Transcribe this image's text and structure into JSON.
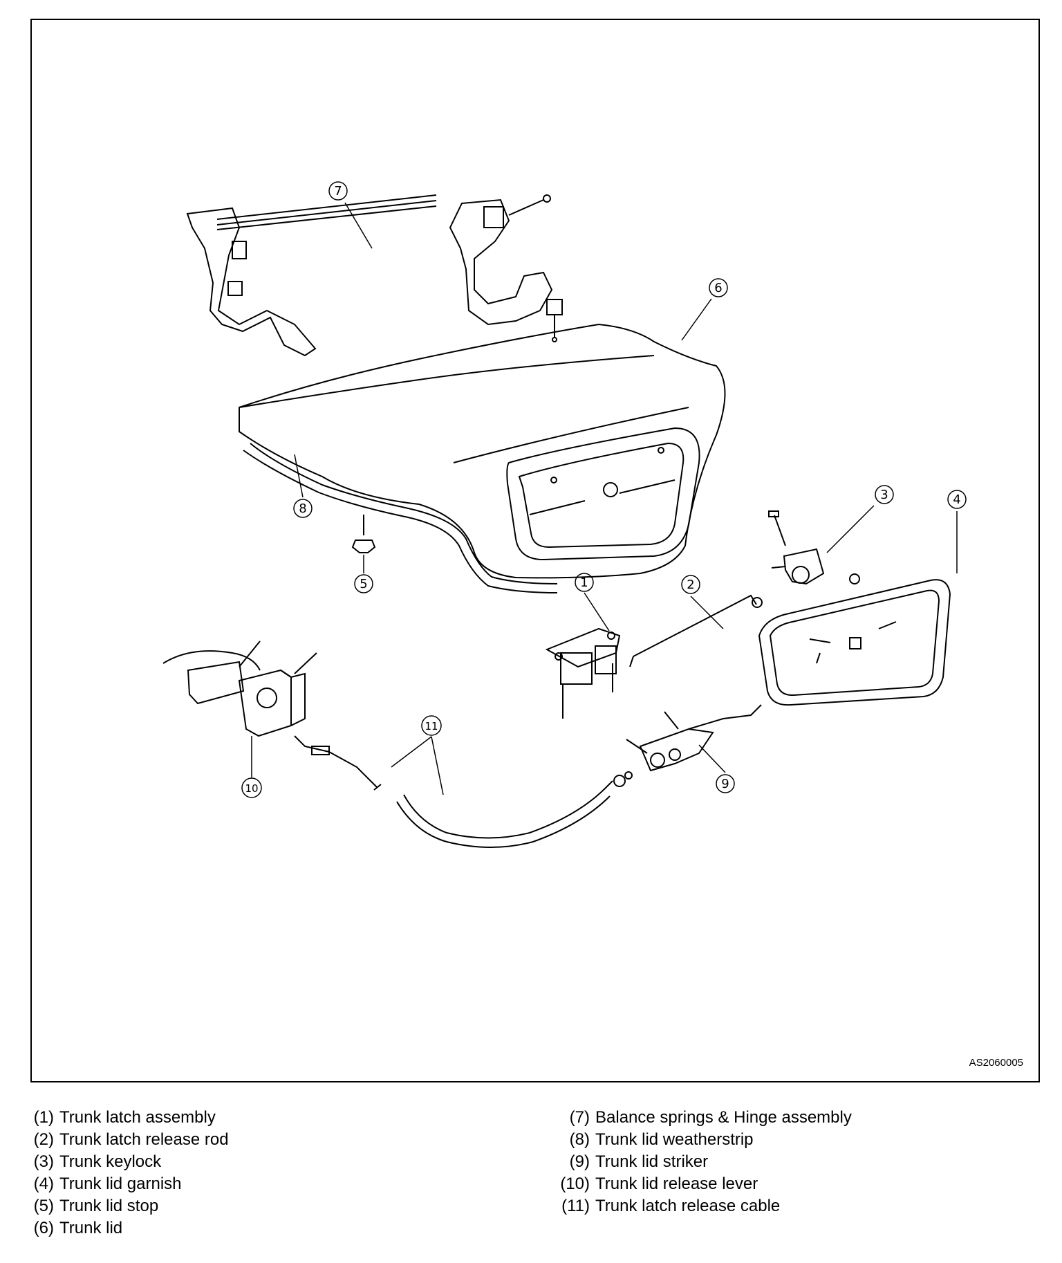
{
  "figure_code": "AS2060005",
  "callouts": {
    "c1": "1",
    "c2": "2",
    "c3": "3",
    "c4": "4",
    "c5": "5",
    "c6": "6",
    "c7": "7",
    "c8": "8",
    "c9": "9",
    "c10": "10",
    "c11": "11"
  },
  "legend": {
    "left": [
      {
        "num": "(1)",
        "label": "Trunk latch assembly"
      },
      {
        "num": "(2)",
        "label": "Trunk latch release rod"
      },
      {
        "num": "(3)",
        "label": "Trunk keylock"
      },
      {
        "num": "(4)",
        "label": "Trunk lid garnish"
      },
      {
        "num": "(5)",
        "label": "Trunk lid stop"
      },
      {
        "num": "(6)",
        "label": "Trunk lid"
      }
    ],
    "right": [
      {
        "num": "(7)",
        "label": "Balance springs & Hinge assembly"
      },
      {
        "num": "(8)",
        "label": "Trunk lid weatherstrip"
      },
      {
        "num": "(9)",
        "label": "Trunk lid striker"
      },
      {
        "num": "(10)",
        "label": "Trunk lid release lever"
      },
      {
        "num": "(11)",
        "label": "Trunk latch release cable"
      }
    ]
  }
}
